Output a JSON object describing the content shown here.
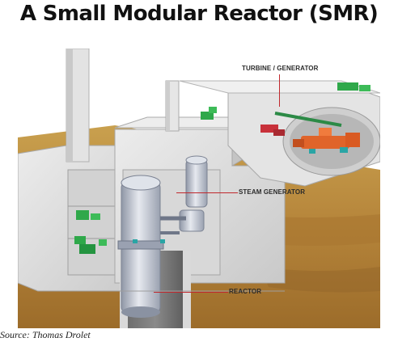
{
  "title": "A Small Modular Reactor (SMR)",
  "labels": {
    "turbine": "TURBINE / GENERATOR",
    "steam": "STEAM GENERATOR",
    "reactor": "REACTOR"
  },
  "source": "Source: Thomas Drolet",
  "colors": {
    "ground": "#b98a3a",
    "ground_dark": "#8e6426",
    "concrete": "#dcdcdc",
    "concrete_shadow": "#b9b9b9",
    "vessel": "#c8ccd6",
    "equipment_green": "#2fa84a",
    "turbine_orange": "#e0642a",
    "pipe_red": "#c8313a",
    "leader_red": "#c0282d"
  }
}
